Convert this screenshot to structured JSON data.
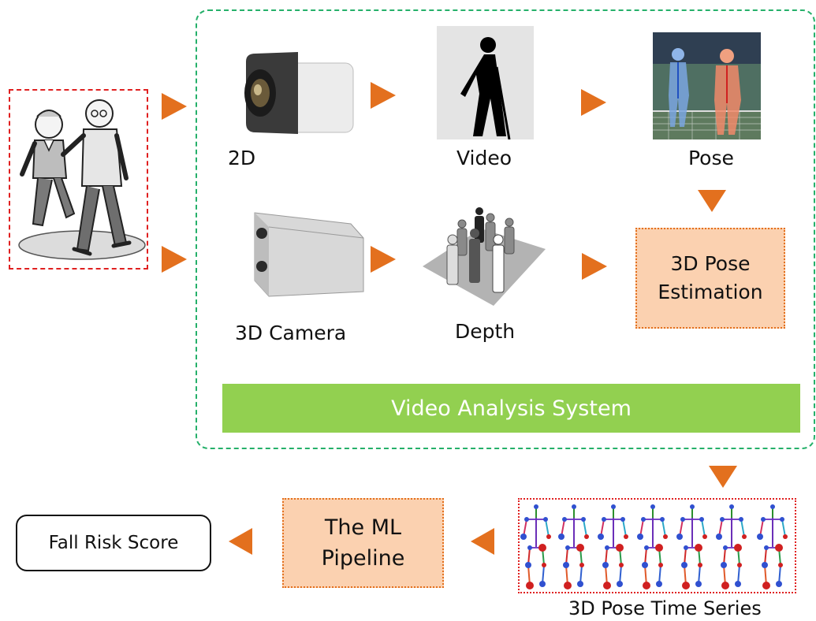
{
  "labels": {
    "camera_2d": "2D",
    "video": "Video",
    "pose": "Pose",
    "camera_3d": "3D Camera",
    "depth": "Depth",
    "time_series": "3D Pose Time Series"
  },
  "boxes": {
    "pose_estimation_line1": "3D Pose",
    "pose_estimation_line2": "Estimation",
    "ml_pipeline_line1": "The ML",
    "ml_pipeline_line2": "Pipeline",
    "system_bar": "Video Analysis System",
    "fall_risk_score": "Fall Risk Score"
  },
  "icons": {
    "elders": "elderly-couple-walking-icon",
    "camera_2d": "2d-camera-icon",
    "video": "walking-cane-silhouette-icon",
    "pose": "pose-overlay-photo-icon",
    "camera_3d": "3d-camera-icon",
    "depth": "depth-silhouettes-icon",
    "skeletons": "skeleton-sequence-icon"
  },
  "colors": {
    "arrow": "#e3701e",
    "orange_fill": "#fbd1b0",
    "green_bar": "#92d050",
    "frame": "#25b06a",
    "highlight": "#e02020"
  }
}
